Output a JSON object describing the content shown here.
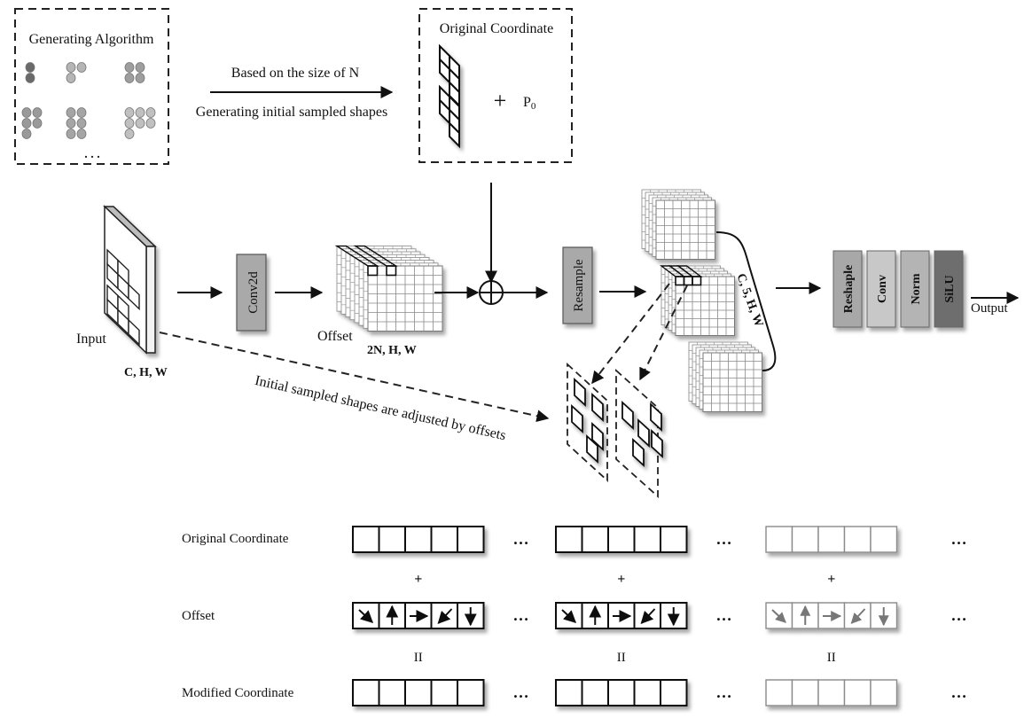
{
  "generating_box": {
    "title": "Generating Algorithm",
    "dots_label": ". . ."
  },
  "top_arrow": {
    "above": "Based on the size of N",
    "below": "Generating initial sampled shapes"
  },
  "original_box": {
    "title": "Original Coordinate",
    "plus": "+",
    "p_main": "P",
    "p_sub": "0"
  },
  "main_flow": {
    "input_label": "Input",
    "input_dims": "C, H, W",
    "conv2d": "Conv2d",
    "offset_label": "Offset",
    "offset_dims": "2N, H, W",
    "resample": "Resample",
    "stack_dims": "C, 5, H, W",
    "adjust_text": "Initial sampled shapes are adjusted by offsets",
    "output_label": "Output"
  },
  "output_blocks": [
    {
      "label": "Reshaple",
      "color": "#a8a8a8"
    },
    {
      "label": "Conv",
      "color": "#c8c8c8"
    },
    {
      "label": "Norm",
      "color": "#b4b4b4"
    },
    {
      "label": "SiLU",
      "color": "#6e6e6e"
    }
  ],
  "coord_table": {
    "rows": [
      "Original Coordinate",
      "Offset",
      "Modified Coordinate"
    ],
    "plus": "+",
    "equals": "II",
    "ellipsis": "…",
    "offset_arrows": [
      "arrow-down-right",
      "arrow-up",
      "arrow-right",
      "arrow-down-left",
      "arrow-down"
    ],
    "groups": [
      {
        "color": "#111111"
      },
      {
        "color": "#111111"
      },
      {
        "color": "#8a8a8a"
      }
    ]
  }
}
